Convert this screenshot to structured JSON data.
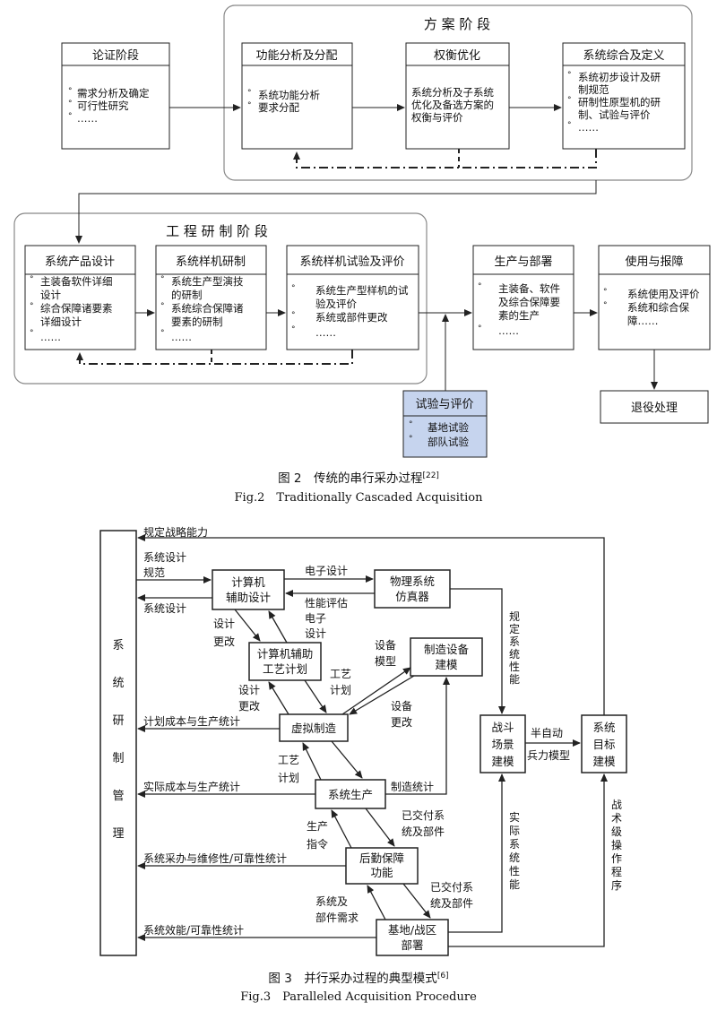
{
  "fig2": {
    "scheme_stage": "方 案 阶 段",
    "eng_stage": "工 程 研 制 阶 段",
    "boxes": {
      "lz": {
        "title": "论证阶段",
        "items": [
          "需求分析及确定",
          "可行性研究",
          "……"
        ]
      },
      "gn": {
        "title": "功能分析及分配",
        "items": [
          "系统功能分析",
          "要求分配"
        ]
      },
      "qh": {
        "title": "权衡优化",
        "lines": [
          "系统分析及子系统",
          "优化及备选方案的",
          "权衡与评价"
        ]
      },
      "zh": {
        "title": "系统综合及定义",
        "items": [
          "系统初步设计及研",
          "制规范",
          "研制性原型机的研",
          "制、试验与评价",
          "……"
        ]
      },
      "cp": {
        "title": "系统产品设计",
        "items": [
          "主装备软件详细",
          "设计",
          "综合保障诸要素",
          "详细设计",
          "……"
        ]
      },
      "yz": {
        "title": "系统样机研制",
        "items": [
          "系统生产型演技",
          "的研制",
          "系统综合保障诸",
          "要素的研制",
          "……"
        ]
      },
      "sy": {
        "title": "系统样机试验及评价",
        "items": [
          "系统生产型样机的试",
          "验及评价",
          "系统或部件更改",
          "……"
        ]
      },
      "sc": {
        "title": "生产与部署",
        "items": [
          "主装备、软件",
          "及综合保障要",
          "素的生产",
          "……"
        ]
      },
      "sb": {
        "title": "使用与报障",
        "items": [
          "系统使用及评价",
          "系统和综合保",
          "障……"
        ]
      },
      "ty": {
        "title": "退役处理"
      },
      "pj": {
        "title": "试验与评价",
        "items": [
          "基地试验",
          "部队试验"
        ]
      }
    },
    "caption_cn": "图 2　传统的串行采办过程",
    "caption_ref": "[22]",
    "caption_en": "Fig.2　Traditionally Cascaded Acquisition"
  },
  "fig3": {
    "mgmt": [
      "系",
      "统",
      "研",
      "制",
      "管",
      "理"
    ],
    "nodes": {
      "jsj": [
        "计算机",
        "辅助设计"
      ],
      "wlfz": [
        "物理系统",
        "仿真器"
      ],
      "gyjh": [
        "计算机辅助",
        "工艺计划"
      ],
      "zzsb": [
        "制造设备",
        "建模"
      ],
      "xnzz": [
        "虚拟制造"
      ],
      "xtsc": [
        "系统生产"
      ],
      "hqbz": [
        "后勤保障",
        "功能"
      ],
      "jdzq": [
        "基地/战区",
        "部署"
      ],
      "zdcj": [
        "战斗",
        "场景",
        "建模"
      ],
      "xtmb": [
        "系统",
        "目标",
        "建模"
      ]
    },
    "labels": {
      "gdzl": "规定战略能力",
      "xtsj1": "系统设计",
      "gf": "规范",
      "xtsj2": "系统设计",
      "dzsj1": "电子设计",
      "xnpg": "性能评估",
      "dz": "电子",
      "sj": "设计",
      "sjgg1a": "设计",
      "sjgg1b": "更改",
      "sbmx_a": "设备",
      "sbmx_b": "模型",
      "gyjh_a": "工艺",
      "gyjh_b": "计划",
      "sjgg2a": "设计",
      "sjgg2b": "更改",
      "sbgg_a": "设备",
      "sbgg_b": "更改",
      "jhcb": "计划成本与生产统计",
      "gj_a": "工艺",
      "gj_b": "计划",
      "sjcb": "实际成本与生产统计",
      "zztj": "制造统计",
      "yjfx_a": "已交付系",
      "yjfx_b": "统及部件",
      "sczl_a": "生产",
      "sczl_b": "指令",
      "xtcb": "系统采办与维修性/可靠性统计",
      "yjfx2_a": "已交付系",
      "yjfx2_b": "统及部件",
      "xtxq_a": "系统及",
      "xtxq_b": "部件需求",
      "xtxn": "系统效能/可靠性统计",
      "gdxt": [
        "规",
        "定",
        "系",
        "统",
        "性",
        "能"
      ],
      "sjxt": [
        "实",
        "际",
        "系",
        "统",
        "性",
        "能"
      ],
      "bzd_a": "半自动",
      "bzd_b": "兵力模型",
      "zsj": [
        "战",
        "术",
        "级",
        "操",
        "作",
        "程",
        "序"
      ]
    },
    "caption_cn": "图 3　并行采办过程的典型模式",
    "caption_ref": "[6]",
    "caption_en": "Fig.3　Paralleled Acquisition Procedure"
  },
  "colors": {
    "test_box": "#c6d4ee",
    "line": "#222222",
    "stage_border": "#888888"
  }
}
